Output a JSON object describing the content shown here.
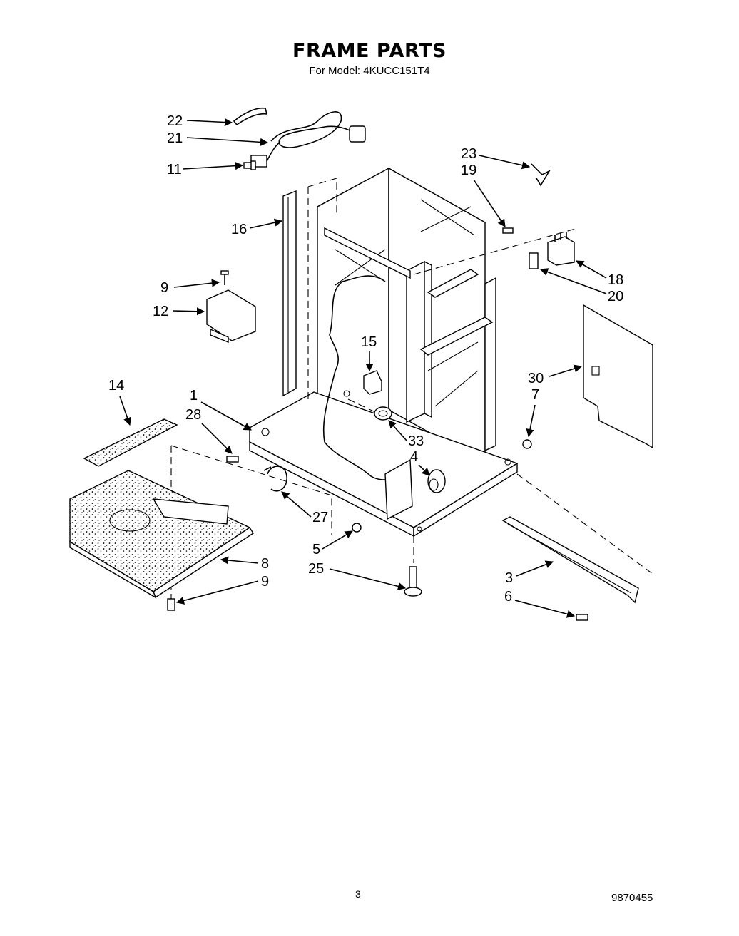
{
  "header": {
    "title": "FRAME PARTS",
    "subtitle": "For Model: 4KUCC151T4"
  },
  "footer": {
    "page_number": "3",
    "document_number": "9870455"
  },
  "callouts": [
    "22",
    "21",
    "11",
    "23",
    "19",
    "16",
    "9",
    "12",
    "18",
    "20",
    "15",
    "30",
    "14",
    "1",
    "7",
    "28",
    "33",
    "4",
    "27",
    "5",
    "8",
    "9",
    "25",
    "3",
    "6"
  ]
}
